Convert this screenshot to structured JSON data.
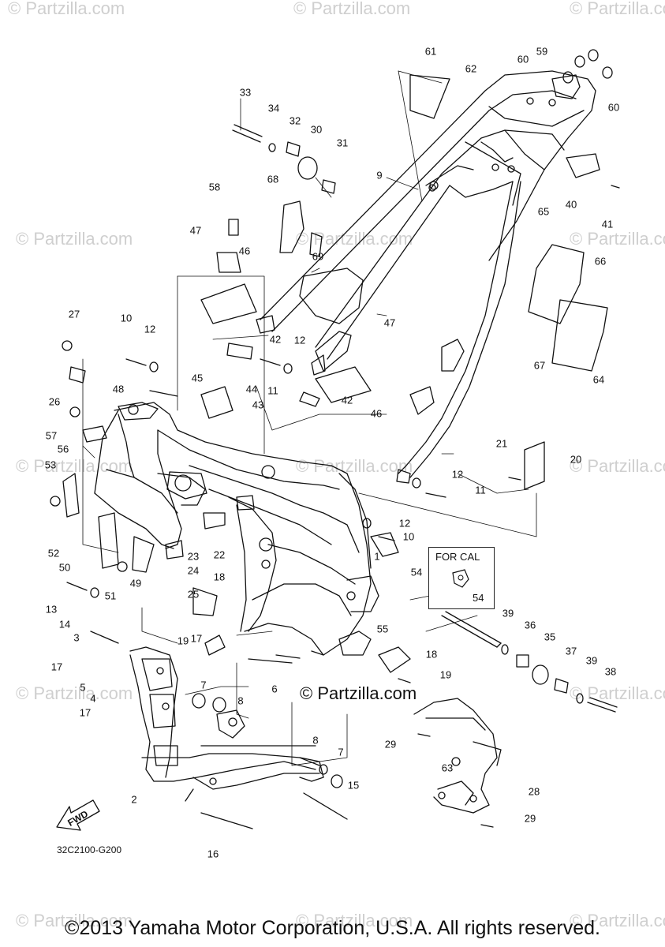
{
  "watermark": {
    "text": "© Partzilla.com",
    "center_text": "© Partzilla.com"
  },
  "diagram": {
    "code": "32C2100-G200",
    "copyright": "©2013 Yamaha Motor Corporation, U.S.A. All rights reserved.",
    "for_cal_label": "FOR CAL",
    "for_cal_part": "54",
    "fwd_label": "FWD"
  },
  "callouts": [
    "1",
    "2",
    "3",
    "4",
    "5",
    "6",
    "7",
    "7",
    "8",
    "8",
    "9",
    "10",
    "10",
    "11",
    "11",
    "12",
    "12",
    "12",
    "12",
    "13",
    "14",
    "15",
    "16",
    "17",
    "17",
    "17",
    "18",
    "18",
    "19",
    "19",
    "20",
    "21",
    "22",
    "23",
    "24",
    "25",
    "26",
    "27",
    "28",
    "29",
    "29",
    "30",
    "31",
    "32",
    "33",
    "34",
    "35",
    "36",
    "37",
    "38",
    "39",
    "39",
    "40",
    "41",
    "42",
    "42",
    "43",
    "44",
    "45",
    "46",
    "46",
    "47",
    "47",
    "48",
    "49",
    "50",
    "51",
    "52",
    "53",
    "54",
    "55",
    "56",
    "57",
    "58",
    "59",
    "60",
    "60",
    "61",
    "62",
    "63",
    "64",
    "65",
    "66",
    "67",
    "68",
    "69"
  ]
}
